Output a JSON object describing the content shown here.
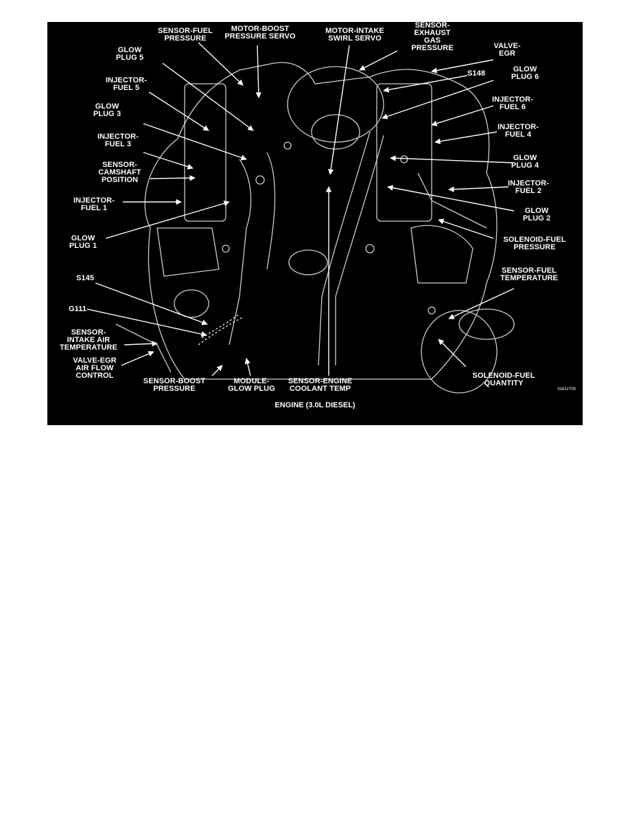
{
  "figure": {
    "caption": "ENGINE (3.0L DIESEL)",
    "code": "0161cT00",
    "labels": {
      "sensor_fuel_pressure": "SENSOR-FUEL\nPRESSURE",
      "motor_boost_pressure_servo": "MOTOR-BOOST\nPRESSURE SERVO",
      "motor_intake_swirl_servo": "MOTOR-INTAKE\nSWIRL SERVO",
      "sensor_exhaust_gas_pressure": "SENSOR-\nEXHAUST\nGAS\nPRESSURE",
      "valve_egr": "VALVE-\nEGR",
      "glow_plug_5": "GLOW\nPLUG 5",
      "injector_fuel_5": "INJECTOR-\nFUEL 5",
      "glow_plug_3": "GLOW\nPLUG 3",
      "injector_fuel_3": "INJECTOR-\nFUEL 3",
      "sensor_camshaft_position": "SENSOR-\nCAMSHAFT\nPOSITION",
      "injector_fuel_1": "INJECTOR-\nFUEL 1",
      "glow_plug_1": "GLOW\nPLUG 1",
      "s145": "S145",
      "g111": "G111",
      "sensor_intake_air_temperature": "SENSOR-\nINTAKE AIR\nTEMPERATURE",
      "valve_egr_air_flow_control": "VALVE-EGR\nAIR FLOW\nCONTROL",
      "sensor_boost_pressure": "SENSOR-BOOST\nPRESSURE",
      "module_glow_plug": "MODULE-\nGLOW PLUG",
      "sensor_engine_coolant_temp": "SENSOR-ENGINE\nCOOLANT TEMP",
      "s148": "S148",
      "glow_plug_6": "GLOW\nPLUG 6",
      "injector_fuel_6": "INJECTOR-\nFUEL 6",
      "injector_fuel_4": "INJECTOR-\nFUEL 4",
      "glow_plug_4": "GLOW\nPLUG 4",
      "injector_fuel_2": "INJECTOR-\nFUEL 2",
      "glow_plug_2": "GLOW\nPLUG 2",
      "solenoid_fuel_pressure": "SOLENOID-FUEL\nPRESSURE",
      "sensor_fuel_temperature": "SENSOR-FUEL\nTEMPERATURE",
      "solenoid_fuel_quantity": "SOLENOID-FUEL\nQUANTITY"
    }
  }
}
